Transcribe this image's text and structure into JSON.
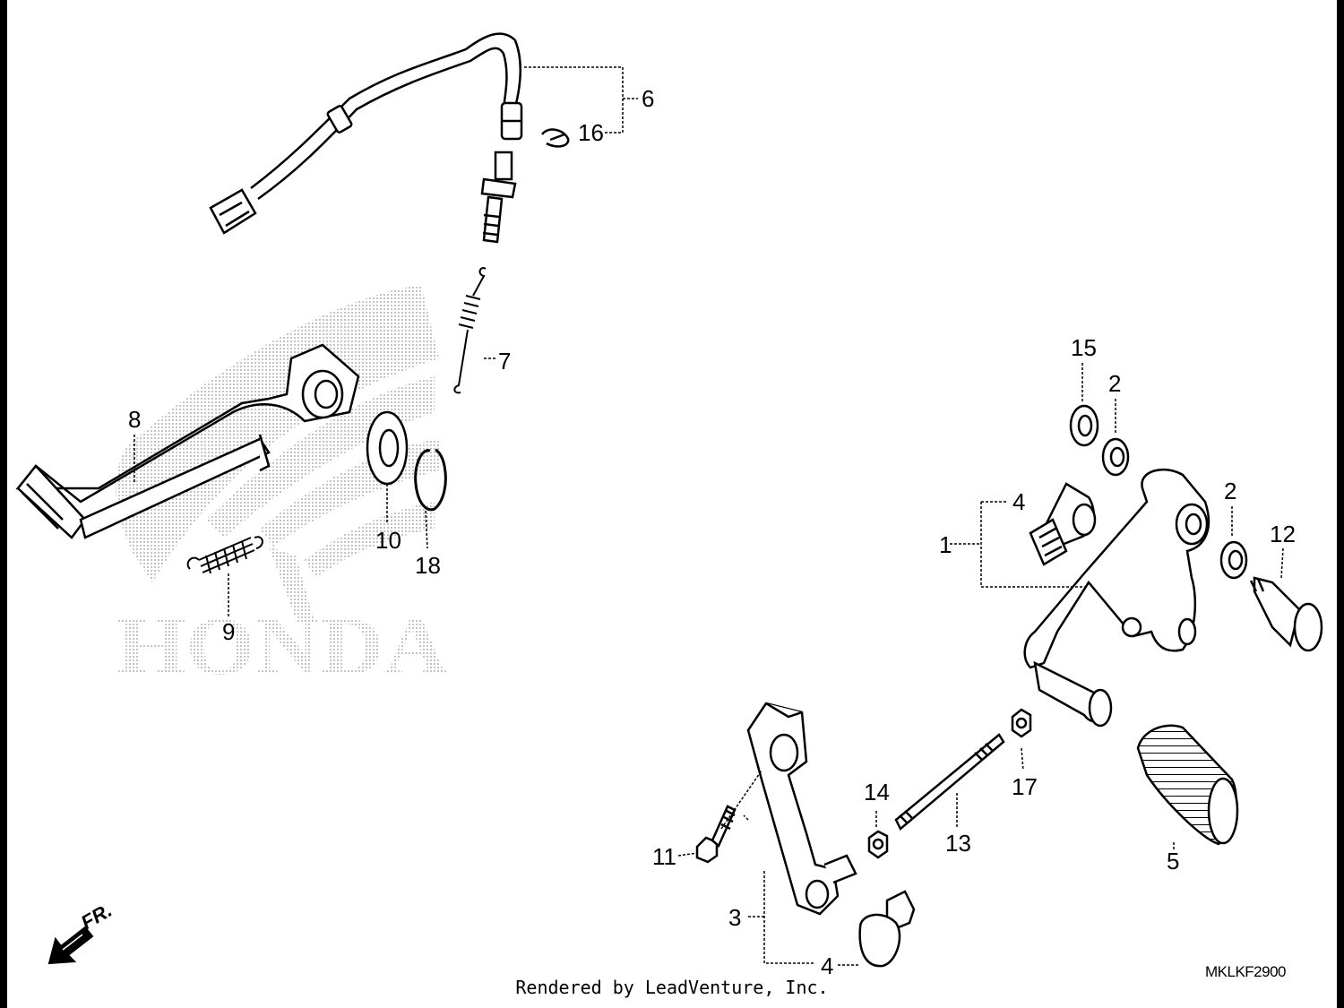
{
  "diagram": {
    "callouts": {
      "c1": "1",
      "c2a": "2",
      "c2b": "2",
      "c3": "3",
      "c4a": "4",
      "c4b": "4",
      "c5": "5",
      "c6": "6",
      "c7": "7",
      "c8": "8",
      "c9": "9",
      "c10": "10",
      "c11": "11",
      "c12": "12",
      "c13": "13",
      "c14": "14",
      "c15": "15",
      "c16": "16",
      "c17": "17",
      "c18": "18"
    },
    "watermark": "HONDA",
    "front_marker": "FR.",
    "diagram_code": "MKLKF2900",
    "footer": "Rendered by LeadVenture, Inc."
  }
}
